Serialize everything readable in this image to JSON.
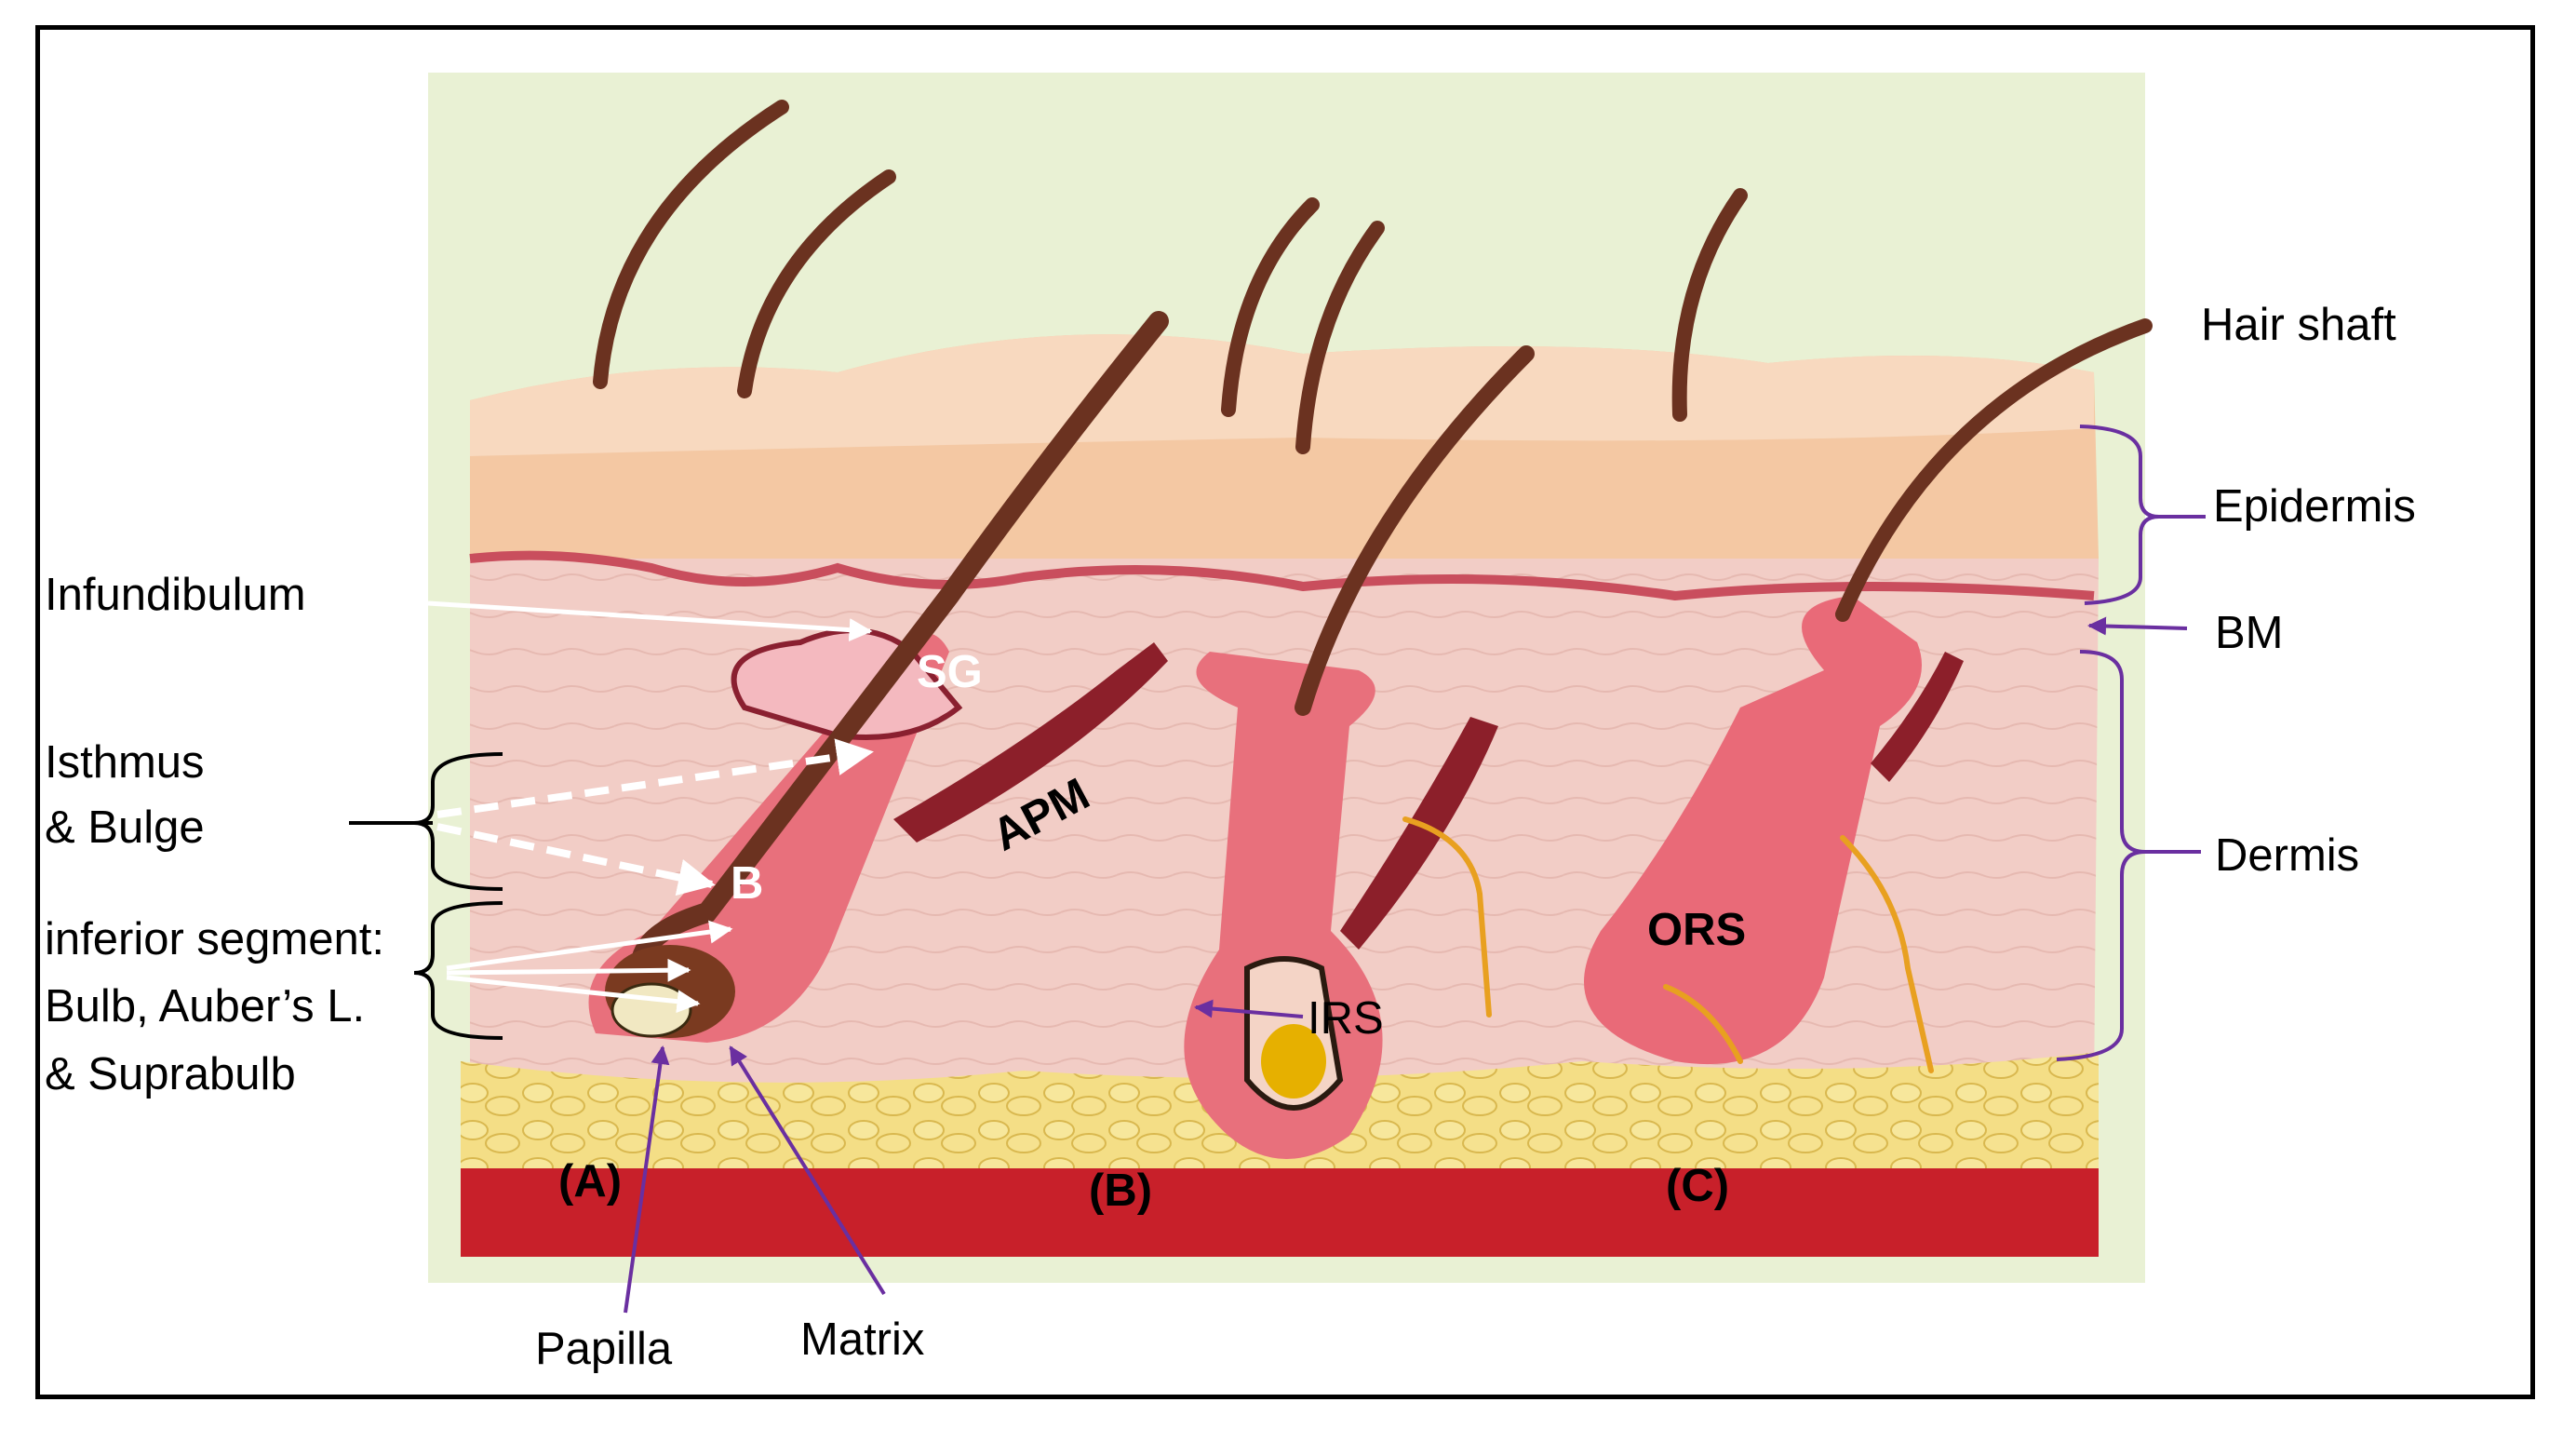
{
  "labels": {
    "hair_shaft": "Hair shaft",
    "epidermis": "Epidermis",
    "bm": "BM",
    "dermis": "Dermis",
    "infundibulum": "Infundibulum",
    "isthmus_line1": "Isthmus",
    "isthmus_line2": "& Bulge",
    "inferior_line1": "inferior segment:",
    "inferior_line2": "Bulb, Auber’s L.",
    "inferior_line3": "& Suprabulb",
    "sg": "SG",
    "b": "B",
    "apm": "APM",
    "irs": "IRS",
    "ors": "ORS",
    "stage_a": "(A)",
    "stage_b": "(B)",
    "stage_c": "(C)",
    "papilla": "Papilla",
    "matrix": "Matrix"
  },
  "colors": {
    "background_wall": "#e9f1d4",
    "epidermis": "#f3c9a6",
    "dermis": "#f3cfc9",
    "follicle_pink": "#e8707c",
    "hair": "#6b3220",
    "fat": "#f2d874",
    "muscle_base": "#c8202a",
    "annotation_purple": "#6a2fa0",
    "annotation_white": "#ffffff"
  }
}
